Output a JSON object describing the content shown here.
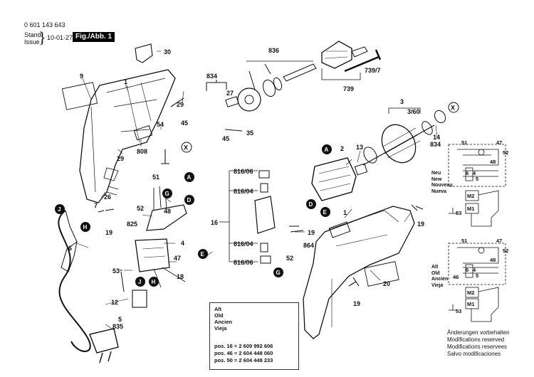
{
  "header": {
    "doc_number": "0 601 143 643",
    "stand_label": "Stand",
    "issue_label": "Issue",
    "date": "10-01-27",
    "figure_label": "Fig./Abb. 1"
  },
  "callouts": {
    "p30": "30",
    "p836": "836",
    "p739_7": "739/7",
    "p739": "739",
    "p9": "9",
    "p1a": "1",
    "p834a": "834",
    "p27": "27",
    "p29a": "29",
    "p45a": "45",
    "p45b": "45",
    "p35": "35",
    "p54": "54",
    "p808": "808",
    "p29b": "29",
    "p3": "3",
    "p3_60": "3/60",
    "p14": "14",
    "p834b": "834",
    "p13": "13",
    "p2": "2",
    "p51a": "51",
    "p52a": "52",
    "p48a": "48",
    "p825": "825",
    "p26": "26",
    "p7": "7",
    "p19a": "19",
    "p6": "6",
    "p816_06a": "816/06",
    "p816_04a": "816/04",
    "p16": "16",
    "p816_04b": "816/04",
    "p816_06b": "816/06",
    "p19b": "19",
    "p864": "864",
    "p52b": "52",
    "p1b": "1",
    "p19c": "19",
    "p20": "20",
    "p4": "4",
    "p47a": "47",
    "p18": "18",
    "p53a": "53",
    "p12": "12",
    "p5": "5",
    "p835": "835",
    "p19d": "19",
    "sch1_51": "51",
    "sch1_47": "47",
    "sch1_52": "52",
    "sch1_48": "48",
    "sch1_6": "6",
    "sch1_4": "4",
    "sch1_5": "5",
    "sch1_m2": "M2",
    "sch1_m1": "M1",
    "sch1_53": "53",
    "sch2_51": "51",
    "sch2_47": "47",
    "sch2_52": "52",
    "sch2_48": "48",
    "sch2_46": "46",
    "sch2_6": "6",
    "sch2_4": "4",
    "sch2_5": "5",
    "sch2_m2": "M2",
    "sch2_m1": "M1",
    "sch2_53": "53"
  },
  "connectors": {
    "X1": "X",
    "X2": "X",
    "A1": "A",
    "A2": "A",
    "G1": "G",
    "G2": "G",
    "D1": "D",
    "D2": "D",
    "E1": "E",
    "E2": "E",
    "J1": "J",
    "J2": "J",
    "H1": "H",
    "H2": "H"
  },
  "variant_new": [
    "Neu",
    "New",
    "Nouveau",
    "Nueva"
  ],
  "variant_old": [
    "Alt",
    "Old",
    "Ancien",
    "Vieja"
  ],
  "legend": {
    "words": [
      "Alt",
      "Old",
      "Ancien",
      "Vieja"
    ],
    "lines": [
      "pos. 16 = 2 609 992 606",
      "pos. 46 = 2 604 448 060",
      "pos. 50 = 2 604 448 233"
    ]
  },
  "notes": [
    "Änderungen vorbehalten",
    "Modifications reserved",
    "Modifications reservees",
    "Salvo modificaciones"
  ],
  "colors": {
    "ink": "#111111",
    "label_fill": "#ffffff",
    "connector_fill": "#111111"
  }
}
